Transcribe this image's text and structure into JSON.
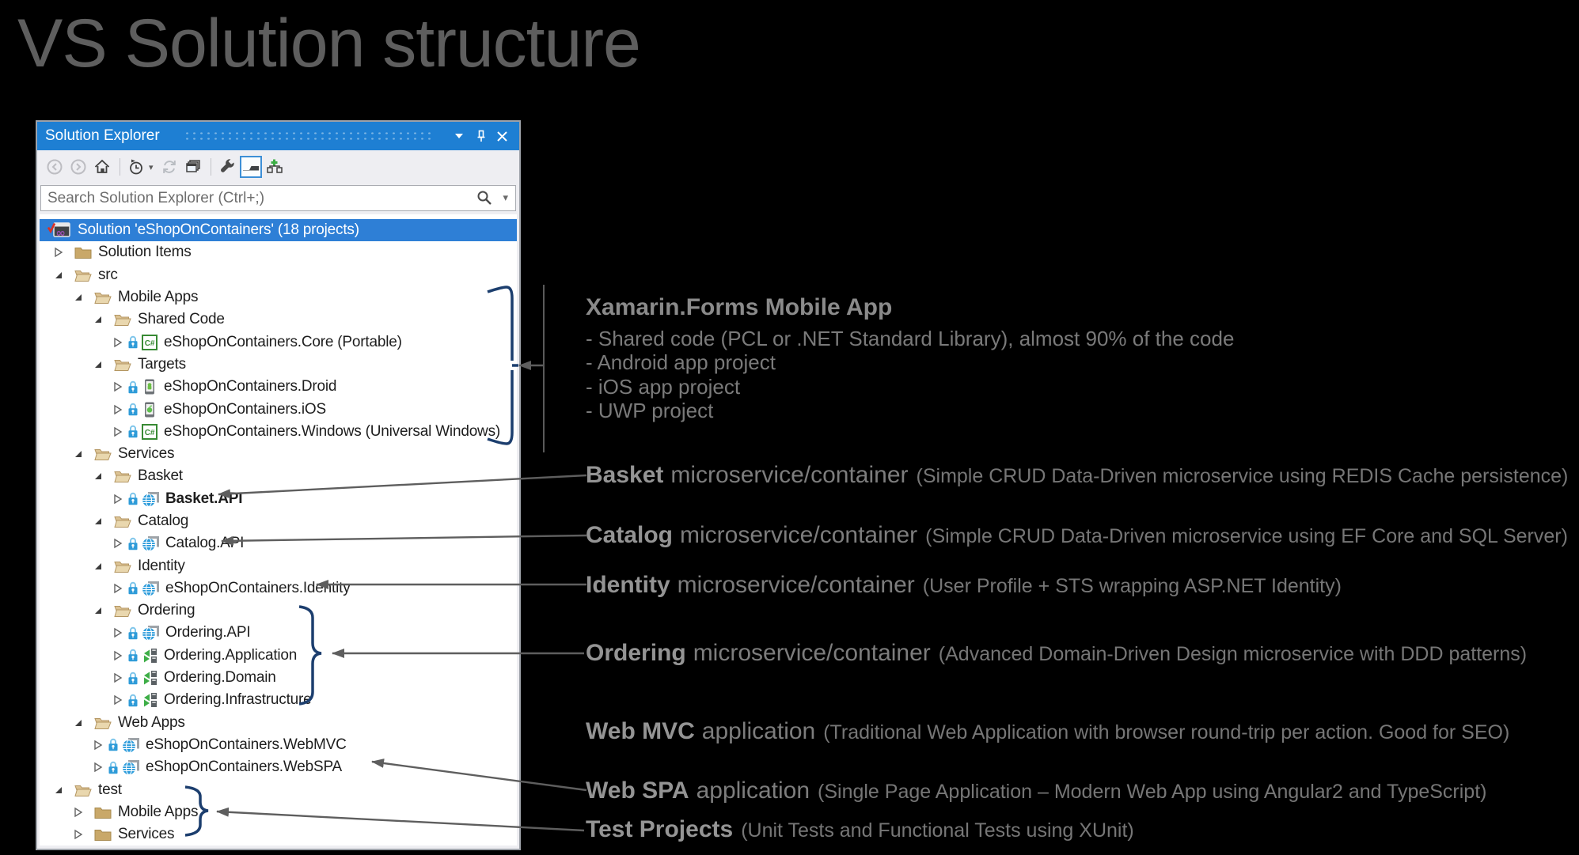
{
  "page": {
    "title": "VS Solution structure"
  },
  "panel": {
    "title": "Solution Explorer",
    "titlebar_icons": [
      "chevron-down-icon",
      "pin-icon",
      "close-icon"
    ],
    "toolbar_icons": [
      "back",
      "forward",
      "home",
      "history-clock",
      "history-dropdown",
      "sync",
      "preview-windows",
      "properties-wrench",
      "show-all-files",
      "collapse-all"
    ],
    "search": {
      "placeholder": "Search Solution Explorer (Ctrl+;)"
    },
    "tree": {
      "rows": [
        {
          "label": "Solution 'eShopOnContainers' (18 projects)",
          "icon": "solution",
          "level": 0,
          "expander": "none",
          "selected": true
        },
        {
          "label": "Solution Items",
          "icon": "folder-closed",
          "level": 1,
          "expander": "collapsed"
        },
        {
          "label": "src",
          "icon": "folder-open",
          "level": 1,
          "expander": "expanded"
        },
        {
          "label": "Mobile Apps",
          "icon": "folder-open",
          "level": 2,
          "expander": "expanded"
        },
        {
          "label": "Shared Code",
          "icon": "folder-open",
          "level": 3,
          "expander": "expanded"
        },
        {
          "label": "eShopOnContainers.Core (Portable)",
          "icon": "csharp",
          "level": 4,
          "expander": "collapsed",
          "lock": true
        },
        {
          "label": "Targets",
          "icon": "folder-open",
          "level": 3,
          "expander": "expanded"
        },
        {
          "label": "eShopOnContainers.Droid",
          "icon": "android",
          "level": 4,
          "expander": "collapsed",
          "lock": true
        },
        {
          "label": "eShopOnContainers.iOS",
          "icon": "ios",
          "level": 4,
          "expander": "collapsed",
          "lock": true
        },
        {
          "label": "eShopOnContainers.Windows (Universal Windows)",
          "icon": "csharp",
          "level": 4,
          "expander": "collapsed",
          "lock": true
        },
        {
          "label": "Services",
          "icon": "folder-open",
          "level": 2,
          "expander": "expanded"
        },
        {
          "label": "Basket",
          "icon": "folder-open",
          "level": 3,
          "expander": "expanded"
        },
        {
          "label": "Basket.API",
          "icon": "web",
          "level": 4,
          "expander": "collapsed",
          "lock": true,
          "bold": true
        },
        {
          "label": "Catalog",
          "icon": "folder-open",
          "level": 3,
          "expander": "expanded"
        },
        {
          "label": "Catalog.API",
          "icon": "web",
          "level": 4,
          "expander": "collapsed",
          "lock": true
        },
        {
          "label": "Identity",
          "icon": "folder-open",
          "level": 3,
          "expander": "expanded"
        },
        {
          "label": "eShopOnContainers.Identity",
          "icon": "web",
          "level": 4,
          "expander": "collapsed",
          "lock": true
        },
        {
          "label": "Ordering",
          "icon": "folder-open",
          "level": 3,
          "expander": "expanded"
        },
        {
          "label": "Ordering.API",
          "icon": "web",
          "level": 4,
          "expander": "collapsed",
          "lock": true
        },
        {
          "label": "Ordering.Application",
          "icon": "classlib",
          "level": 4,
          "expander": "collapsed",
          "lock": true
        },
        {
          "label": "Ordering.Domain",
          "icon": "classlib",
          "level": 4,
          "expander": "collapsed",
          "lock": true
        },
        {
          "label": "Ordering.Infrastructure",
          "icon": "classlib",
          "level": 4,
          "expander": "collapsed",
          "lock": true
        },
        {
          "label": "Web Apps",
          "icon": "folder-open",
          "level": 2,
          "expander": "expanded"
        },
        {
          "label": "eShopOnContainers.WebMVC",
          "icon": "web",
          "level": 3,
          "expander": "collapsed",
          "lock": true
        },
        {
          "label": "eShopOnContainers.WebSPA",
          "icon": "web",
          "level": 3,
          "expander": "collapsed",
          "lock": true
        },
        {
          "label": "test",
          "icon": "folder-open",
          "level": 1,
          "expander": "expanded"
        },
        {
          "label": "Mobile Apps",
          "icon": "folder-closed",
          "level": 2,
          "expander": "collapsed"
        },
        {
          "label": "Services",
          "icon": "folder-closed",
          "level": 2,
          "expander": "collapsed"
        }
      ]
    }
  },
  "annotations": {
    "xamarin": {
      "heading": "Xamarin.Forms Mobile App",
      "bullets": [
        "- Shared code (PCL or .NET Standard Library), almost 90% of the code",
        "- Android app project",
        "- iOS app project",
        "- UWP project"
      ]
    },
    "basket": {
      "bold": "Basket",
      "mid": "microservice/container",
      "detail": "(Simple CRUD Data-Driven microservice using REDIS Cache persistence)"
    },
    "catalog": {
      "bold": "Catalog",
      "mid": "microservice/container",
      "detail": "(Simple CRUD Data-Driven microservice using EF Core and SQL Server)"
    },
    "identity": {
      "bold": "Identity",
      "mid": "microservice/container",
      "detail": "(User Profile + STS wrapping ASP.NET Identity)"
    },
    "ordering": {
      "bold": "Ordering",
      "mid": "microservice/container",
      "detail": "(Advanced Domain-Driven Design microservice with DDD patterns)"
    },
    "webmvc": {
      "bold": "Web MVC",
      "mid": "application",
      "detail": "(Traditional Web Application with browser round-trip per action. Good for SEO)"
    },
    "webspa": {
      "bold": "Web SPA",
      "mid": "application",
      "detail": "(Single Page Application – Modern Web App using Angular2 and TypeScript)"
    },
    "test": {
      "bold": "Test Projects",
      "mid": "",
      "detail": "(Unit Tests and Functional Tests using XUnit)"
    }
  },
  "colors": {
    "titlebar_blue": "#1e7fd3",
    "selection_blue": "#2e7fd6",
    "folder_tan": "#dcb67a",
    "brace_navy": "#1c3e6e",
    "arrow_gray": "#5e5e5e",
    "annotation_gray": "#7d7d7d"
  }
}
